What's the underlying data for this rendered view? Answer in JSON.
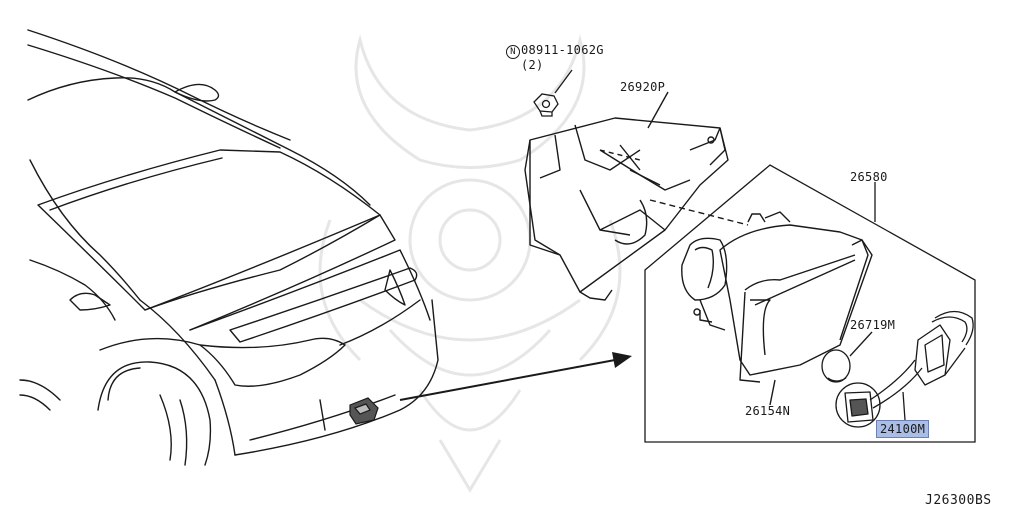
{
  "diagram": {
    "parts": [
      {
        "id": "nut",
        "prefix_symbol": "N",
        "number": "08911-1062G",
        "quantity": "(2)"
      },
      {
        "id": "bracket",
        "number": "26920P"
      },
      {
        "id": "lamp_assembly",
        "number": "26580"
      },
      {
        "id": "bulb",
        "number": "26719M"
      },
      {
        "id": "lens_housing",
        "number": "26154N"
      },
      {
        "id": "socket_harness",
        "number": "24100M",
        "highlighted": true
      }
    ],
    "reference_code": "J26300BS",
    "colors": {
      "line": "#1a1a1a",
      "highlight": "#a9bde6",
      "watermark": "#e4e4e4"
    }
  }
}
